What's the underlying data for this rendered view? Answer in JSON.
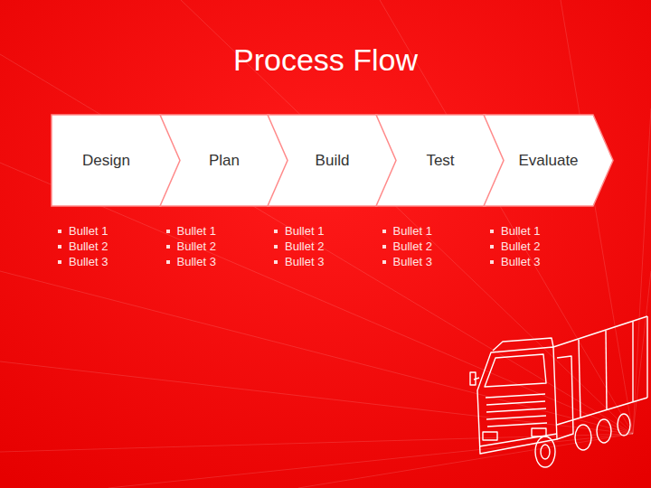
{
  "diagram": {
    "title": "Process Flow",
    "nodes": [
      {
        "text": [
          "Design"
        ]
      },
      {
        "text": [
          "Plan"
        ]
      },
      {
        "text": [
          "Build"
        ]
      },
      {
        "text": [
          "Test"
        ]
      },
      {
        "text": [
          "Evaluate"
        ]
      }
    ],
    "labels": [
      "Bullet 1",
      "Bullet 2",
      "Bullet 3",
      "Bullet 1",
      "Bullet 2",
      "Bullet 3",
      "Bullet 1",
      "Bullet 2",
      "Bullet 3",
      "Bullet 1",
      "Bullet 2",
      "Bullet 3",
      "Bullet 1",
      "Bullet 2",
      "Bullet 3"
    ]
  }
}
